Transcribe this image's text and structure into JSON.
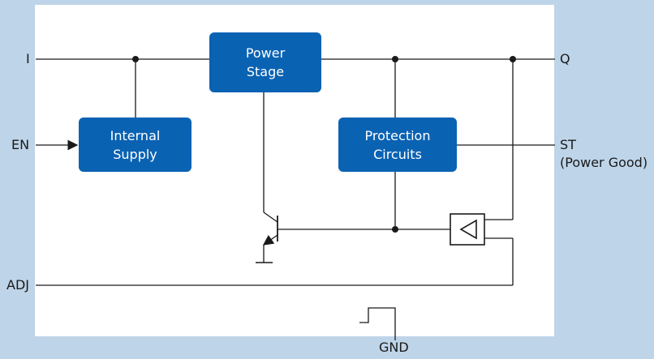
{
  "blocks": {
    "power_stage": [
      "Power",
      "Stage"
    ],
    "internal_supply": [
      "Internal",
      "Supply"
    ],
    "protection": [
      "Protection",
      "Circuits"
    ]
  },
  "pins": {
    "i": "I",
    "en": "EN",
    "adj": "ADJ",
    "q": "Q",
    "st": "ST",
    "st_sub": "(Power Good)",
    "gnd": "GND"
  },
  "colors": {
    "background": "#bed4e8",
    "panel": "#ffffff",
    "block": "#0a62b3",
    "wire": "#1a1a1a"
  }
}
